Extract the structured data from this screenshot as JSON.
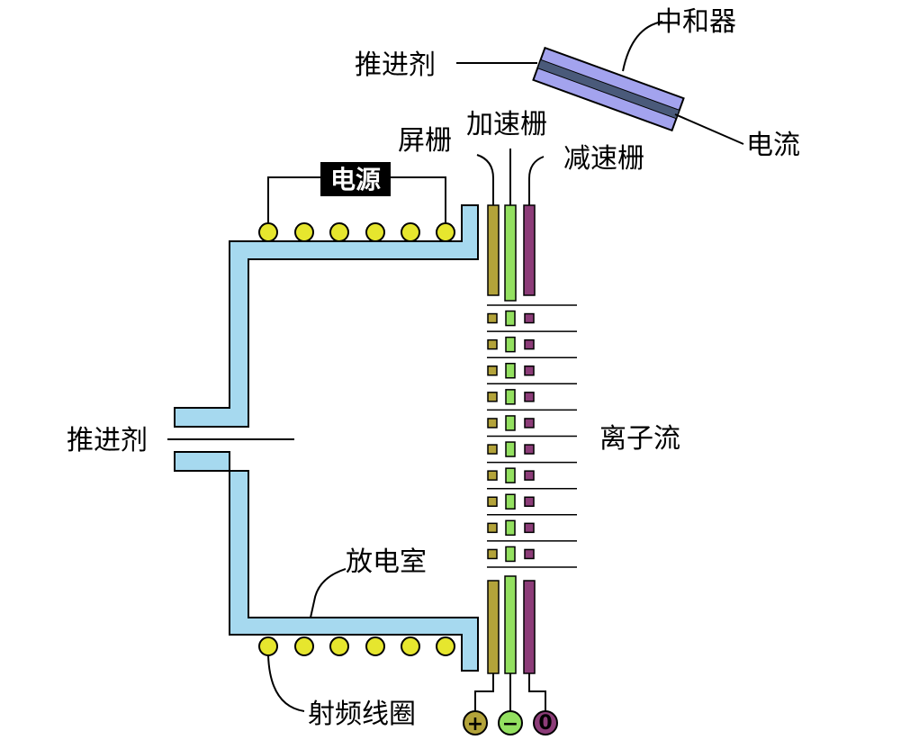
{
  "labels": {
    "neutralizer": "中和器",
    "propellant_top": "推进剂",
    "current": "电流",
    "accel_grid": "加速栅",
    "screen_grid": "屏栅",
    "decel_grid": "减速栅",
    "power_source": "电源",
    "propellant_left": "推进剂",
    "ion_beam": "离子流",
    "discharge_chamber": "放电室",
    "rf_coil": "射频线圈"
  },
  "terminals": {
    "positive": "+",
    "negative": "−",
    "zero": "0"
  },
  "colors": {
    "chamber": "#a6d9ef",
    "coil": "#e6e62e",
    "screen_grid": "#b3a33a",
    "accel_grid": "#93e060",
    "decel_grid": "#8c3c78",
    "neutralizer_outer": "#a3a3ee",
    "neutralizer_core": "#4a5a7a",
    "power_box": "#000000"
  }
}
